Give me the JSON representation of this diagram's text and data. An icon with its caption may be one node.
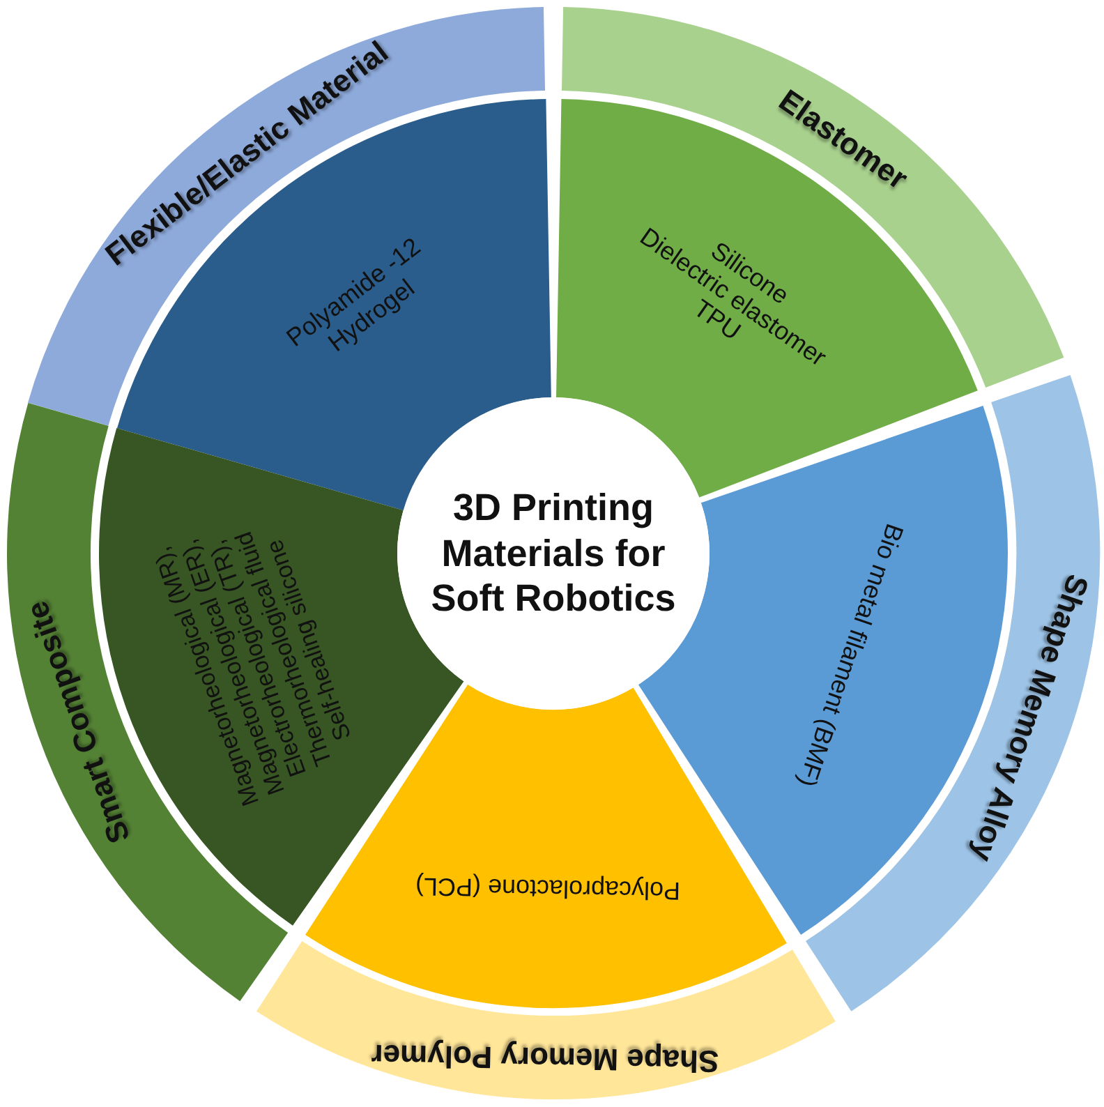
{
  "diagram": {
    "nodes": [
      {
        "text": [
          "3D Printing Materials for Soft Robotics"
        ]
      },
      {
        "text": [
          "Flexible/Elastic Material"
        ]
      },
      {
        "text": [
          "Polyamide -12",
          "Hydrogel"
        ]
      },
      {
        "text": [
          "Elastomer"
        ]
      },
      {
        "text": [
          "Silicone",
          "Dielectric elastomer",
          "TPU"
        ]
      },
      {
        "text": [
          "Shape Memory Alloy"
        ]
      },
      {
        "text": [
          "Bio metal filament (BMF)"
        ]
      },
      {
        "text": [
          "Shape Memory Polymer"
        ]
      },
      {
        "text": [
          "Polycaprolactone (PCL)"
        ]
      },
      {
        "text": [
          "Smart Composite"
        ]
      },
      {
        "text": [
          "Magnetorheological (MR), Magnetorheological (ER), Electrorheological (TR),",
          "Thermorheological fluid",
          "Self-healing silicone"
        ]
      }
    ]
  }
}
